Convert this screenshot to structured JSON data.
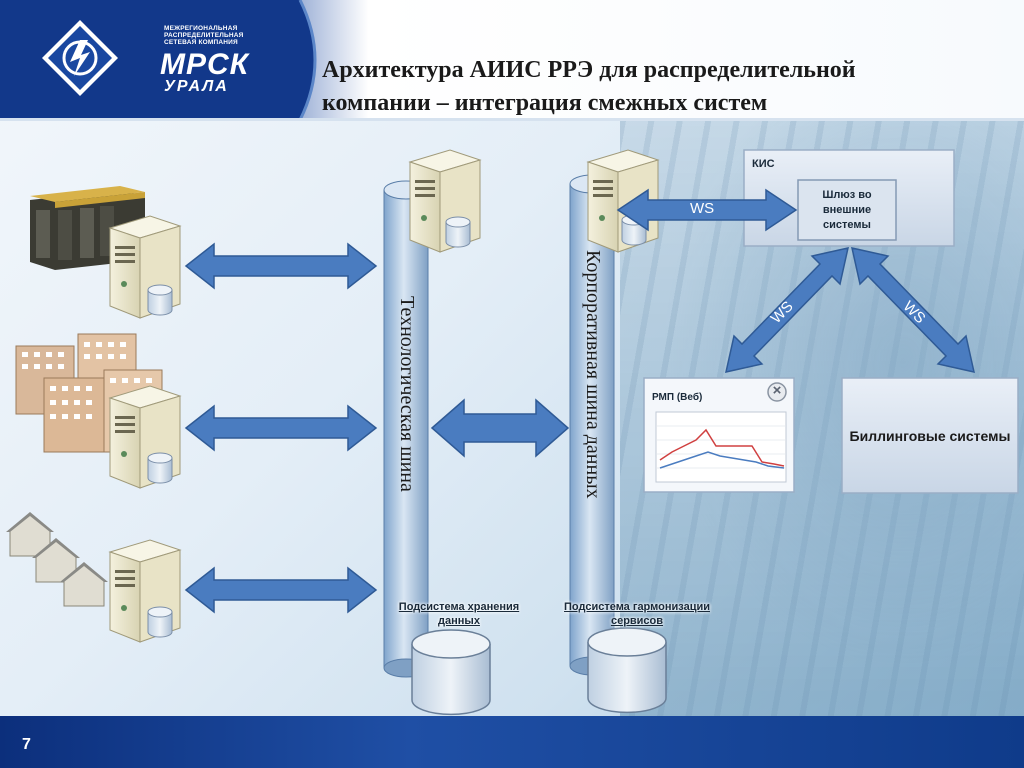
{
  "header": {
    "logo_line1": "Межрегиональная",
    "logo_line2": "распределительная",
    "logo_line3": "сетевая компания",
    "logo_brand": "МРСК",
    "logo_region": "УРАЛА",
    "title_line1": "Архитектура АИИС РРЭ для распределительной",
    "title_line2": "компании – интеграция смежных систем"
  },
  "diagram": {
    "tech_bus_label": "Технологическая шина",
    "corp_bus_label": "Корпоративная шина данных",
    "storage_label": "Подсистема хранения данных",
    "harmonization_label": "Подсистема гармонизации сервисов",
    "kis_label": "КИС",
    "gateway_label": "Шлюз во внешние системы",
    "billing_label": "Биллинговые системы",
    "rmp_label": "РМП (Веб)",
    "ws_labels": [
      "WS",
      "WS",
      "WS"
    ],
    "close_glyph": "×"
  },
  "colors": {
    "header_blue": "#0c2f7c",
    "arrow_blue": "#4a7cc0",
    "bus_blue": "#a9c4e0",
    "chart_red": "#d04040",
    "chart_blue": "#4a7cc0"
  },
  "footer": {
    "page_number": "7"
  },
  "icons": [
    "company-logo-icon",
    "server-icon",
    "database-icon",
    "substation-icon",
    "apartment-buildings-icon",
    "houses-icon",
    "close-icon"
  ]
}
